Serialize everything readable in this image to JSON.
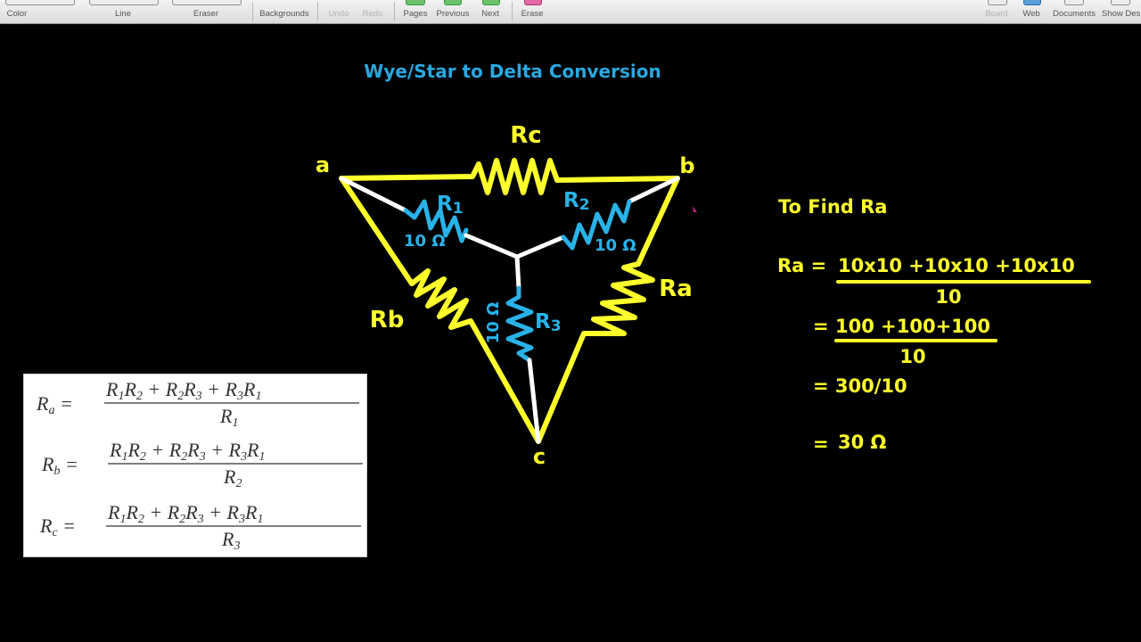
{
  "toolbar": {
    "items": [
      {
        "label": "Color",
        "enabled": true
      },
      {
        "label": "Line",
        "enabled": true
      },
      {
        "label": "Eraser",
        "enabled": true
      },
      {
        "label": "Backgrounds",
        "enabled": true
      },
      {
        "label": "Undo",
        "enabled": false
      },
      {
        "label": "Redo",
        "enabled": false
      },
      {
        "label": "Pages",
        "enabled": true
      },
      {
        "label": "Previous",
        "enabled": true
      },
      {
        "label": "Next",
        "enabled": true
      },
      {
        "label": "Erase",
        "enabled": true
      },
      {
        "label": "Board",
        "enabled": false
      },
      {
        "label": "Web",
        "enabled": true
      },
      {
        "label": "Documents",
        "enabled": true
      },
      {
        "label": "Show Des",
        "enabled": true
      }
    ]
  },
  "slide": {
    "title": "Wye/Star to Delta Conversion",
    "circuit": {
      "nodes": {
        "a": "a",
        "b": "b",
        "c": "c"
      },
      "delta_resistors": {
        "rc": "Rc",
        "rb": "Rb",
        "ra": "Ra"
      },
      "wye_resistors": {
        "r1": {
          "name": "R",
          "sub": "1",
          "value": "10 Ω"
        },
        "r2": {
          "name": "R",
          "sub": "2",
          "value": "10 Ω"
        },
        "r3": {
          "name": "R",
          "sub": "3",
          "value": "10 Ω"
        }
      }
    },
    "calculation": {
      "heading": "To Find Ra",
      "line1_lhs": "Ra =",
      "line1_numerator": "10x10 +10x10 +10x10",
      "line1_denominator": "10",
      "line2_eq": "=",
      "line2_numerator": "100 +100+100",
      "line2_denominator": "10",
      "line3": "= 300/10",
      "line4_eq": "=",
      "line4_value": "30 Ω"
    },
    "formulas": [
      {
        "lhs": "R",
        "lhs_sub": "a",
        "numerator": [
          "R",
          "1",
          "R",
          "2",
          "R",
          "2",
          "R",
          "3",
          "R",
          "3",
          "R",
          "1"
        ],
        "den": "R",
        "den_sub": "1"
      },
      {
        "lhs": "R",
        "lhs_sub": "b",
        "numerator": [
          "R",
          "1",
          "R",
          "2",
          "R",
          "2",
          "R",
          "3",
          "R",
          "3",
          "R",
          "1"
        ],
        "den": "R",
        "den_sub": "2"
      },
      {
        "lhs": "R",
        "lhs_sub": "c",
        "numerator": [
          "R",
          "1",
          "R",
          "2",
          "R",
          "2",
          "R",
          "3",
          "R",
          "3",
          "R",
          "1"
        ],
        "den": "R",
        "den_sub": "3"
      }
    ],
    "colors": {
      "background": "#000000",
      "delta_wire": "#ffff2b",
      "wye_wire": "#ffffff",
      "wye_resistor": "#29b2e8",
      "title": "#29a8e0"
    }
  }
}
